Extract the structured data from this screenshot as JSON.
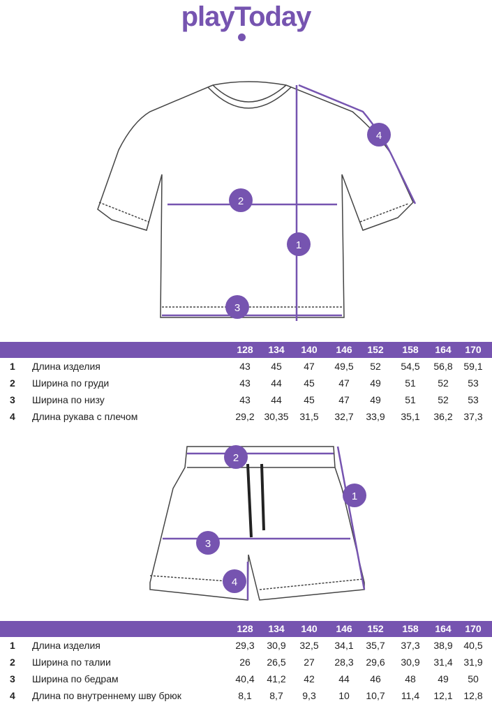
{
  "brand": {
    "logo": "playToday"
  },
  "colors": {
    "accent": "#7654b0"
  },
  "tshirt": {
    "markers": [
      "1",
      "2",
      "3",
      "4"
    ],
    "sizes": [
      "128",
      "134",
      "140",
      "146",
      "152",
      "158",
      "164",
      "170"
    ],
    "rows": [
      {
        "num": "1",
        "label": "Длина изделия",
        "values": [
          "43",
          "45",
          "47",
          "49,5",
          "52",
          "54,5",
          "56,8",
          "59,1"
        ]
      },
      {
        "num": "2",
        "label": "Ширина по груди",
        "values": [
          "43",
          "44",
          "45",
          "47",
          "49",
          "51",
          "52",
          "53"
        ]
      },
      {
        "num": "3",
        "label": "Ширина по низу",
        "values": [
          "43",
          "44",
          "45",
          "47",
          "49",
          "51",
          "52",
          "53"
        ]
      },
      {
        "num": "4",
        "label": "Длина рукава с плечом",
        "values": [
          "29,2",
          "30,35",
          "31,5",
          "32,7",
          "33,9",
          "35,1",
          "36,2",
          "37,3"
        ]
      }
    ]
  },
  "shorts": {
    "markers": [
      "1",
      "2",
      "3",
      "4"
    ],
    "sizes": [
      "128",
      "134",
      "140",
      "146",
      "152",
      "158",
      "164",
      "170"
    ],
    "rows": [
      {
        "num": "1",
        "label": "Длина изделия",
        "values": [
          "29,3",
          "30,9",
          "32,5",
          "34,1",
          "35,7",
          "37,3",
          "38,9",
          "40,5"
        ]
      },
      {
        "num": "2",
        "label": "Ширина по талии",
        "values": [
          "26",
          "26,5",
          "27",
          "28,3",
          "29,6",
          "30,9",
          "31,4",
          "31,9"
        ]
      },
      {
        "num": "3",
        "label": "Ширина по бедрам",
        "values": [
          "40,4",
          "41,2",
          "42",
          "44",
          "46",
          "48",
          "49",
          "50"
        ]
      },
      {
        "num": "4",
        "label": "Длина по внутреннему шву брюк",
        "values": [
          "8,1",
          "8,7",
          "9,3",
          "10",
          "10,7",
          "11,4",
          "12,1",
          "12,8"
        ]
      }
    ]
  }
}
